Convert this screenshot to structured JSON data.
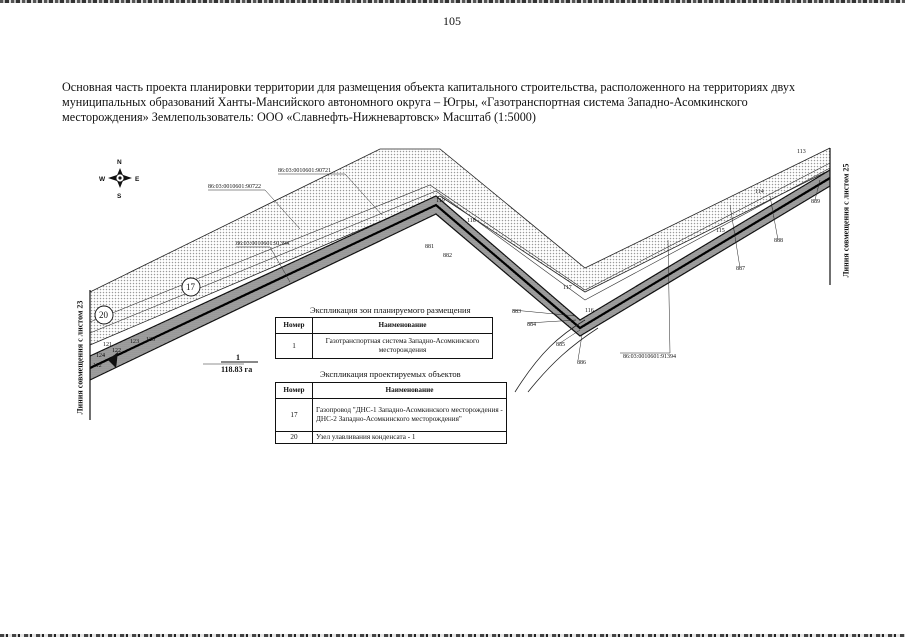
{
  "page_number": "105",
  "heading_lines": [
    "Основная часть проекта планировки территории для размещения объекта капитального строительства, расположенного на территориях двух",
    "муниципальных образований Ханты-Мансийского автономного округа – Югры, «Газотранспортная система Западно-Асомкинского",
    "месторождения» Землепользователь: ООО «Славнефть-Нижневартовск» Масштаб (1:5000)"
  ],
  "compass": {
    "north": "N",
    "south": "S",
    "east": "E",
    "west": "W"
  },
  "side_labels": {
    "left": "Линия совмещения с листом 23",
    "right": "Линия совмещения с листом 25"
  },
  "parcels": {
    "p1": "86:03:0010601:90721",
    "p2": "86:03:0010601:90722",
    "p3": "86:03:0010601:91394",
    "p4": "86:03:0010601:91394"
  },
  "point_labels": [
    "119",
    "118",
    "881",
    "882",
    "117",
    "116",
    "883",
    "884",
    "885",
    "886",
    "115",
    "114",
    "113",
    "889",
    "888",
    "887",
    "121",
    "122",
    "123",
    "124",
    "120",
    "112"
  ],
  "object_markers": {
    "m17": "17",
    "m20": "20"
  },
  "area": {
    "number": "1",
    "value": "118.83 га"
  },
  "zones_legend": {
    "caption": "Экспликация зон планируемого размещения",
    "headers": [
      "Номер",
      "Наименование"
    ],
    "rows": [
      {
        "num": "1",
        "name": "Газотранспортная система Западно-Асомкинского месторождения"
      }
    ]
  },
  "objects_legend": {
    "caption": "Экспликация проектируемых объектов",
    "headers": [
      "Номер",
      "Наименование"
    ],
    "rows": [
      {
        "num": "17",
        "name": "Газопровод \"ДНС-1 Западно-Асомкинского месторождения - ДНС-2 Западно-Асомкинского месторождения\""
      },
      {
        "num": "20",
        "name": "Узел улавливания конденсата - 1"
      }
    ]
  },
  "colors": {
    "ink": "#111111",
    "hatch": "#c9c9c9",
    "paper": "#ffffff"
  }
}
